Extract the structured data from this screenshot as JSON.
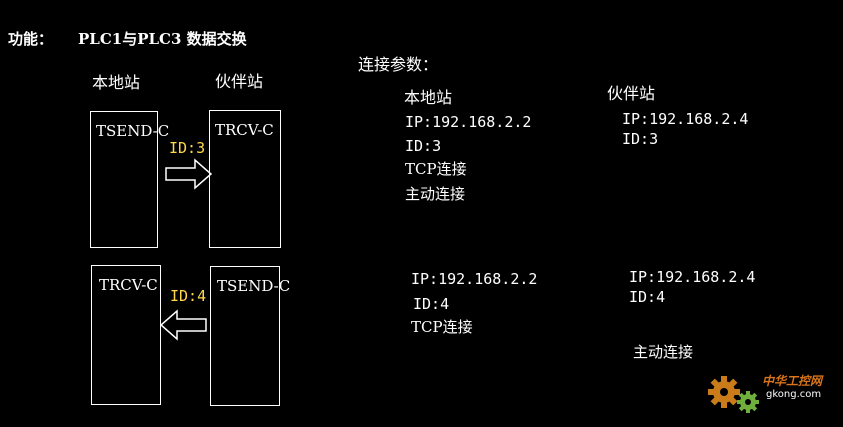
{
  "title": {
    "label": "功能：",
    "text": "PLC1与PLC3 数据交换"
  },
  "diagram": {
    "local_label": "本地站",
    "partner_label": "伙伴站",
    "row1": {
      "local_block": "TSEND-C",
      "partner_block": "TRCV-C",
      "id": "ID:3"
    },
    "row2": {
      "local_block": "TRCV-C",
      "partner_block": "TSEND-C",
      "id": "ID:4"
    }
  },
  "params": {
    "heading": "连接参数：",
    "local_label": "本地站",
    "partner_label": "伙伴站",
    "conn1": {
      "local": {
        "ip": "IP:192.168.2.2",
        "id": "ID:3",
        "type": "TCP连接",
        "mode": "主动连接"
      },
      "partner": {
        "ip": "IP:192.168.2.4",
        "id": "ID:3"
      }
    },
    "conn2": {
      "local": {
        "ip": "IP:192.168.2.2",
        "id": "ID:4",
        "type": "TCP连接"
      },
      "partner": {
        "ip": "IP:192.168.2.4",
        "id": "ID:4",
        "mode": "主动连接"
      }
    }
  },
  "watermark": {
    "brand": "中华工控网",
    "site": "gkong.com"
  }
}
